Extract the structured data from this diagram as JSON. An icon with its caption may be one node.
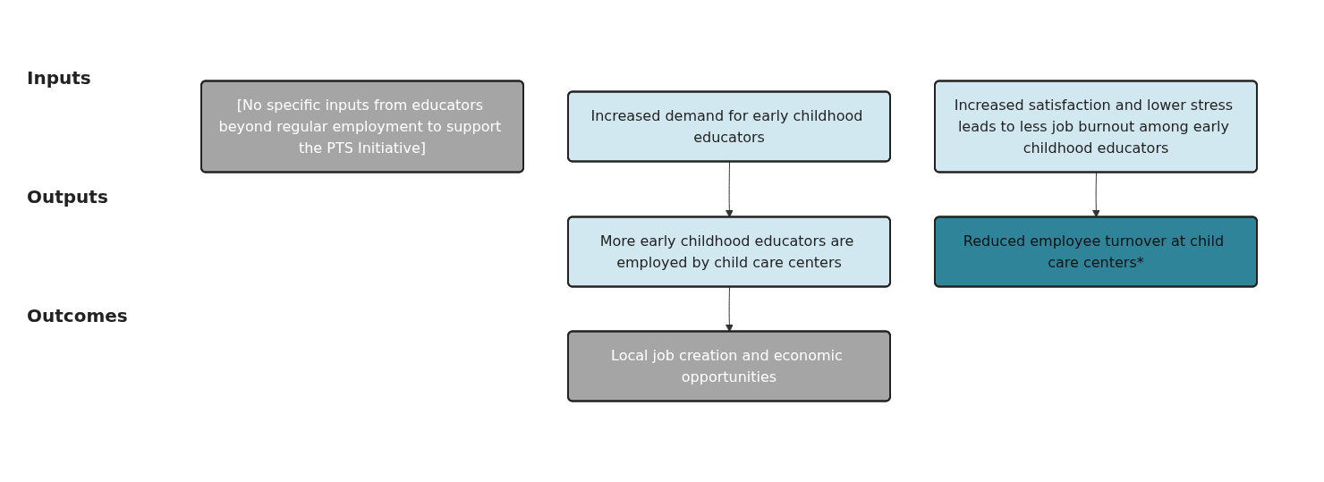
{
  "diagram": {
    "nodes": [
      {
        "text": [
          "[No specific inputs from educators beyond regular employment to support the PTS Initiative]"
        ]
      },
      {
        "text": [
          "Increased demand for early childhood educators"
        ]
      },
      {
        "text": [
          "More early childhood educators are employed by child care centers"
        ]
      },
      {
        "text": [
          "Local job creation and economic opportunities"
        ]
      },
      {
        "text": [
          "Increased satisfaction and lower stress leads to less job burnout among early childhood educators"
        ]
      },
      {
        "text": [
          "Reduced employee turnover at child care centers*"
        ]
      }
    ],
    "edges": [
      {
        "from": 1,
        "to": 2,
        "arrow": "to"
      },
      {
        "from": 2,
        "to": 3,
        "arrow": "to"
      },
      {
        "from": 4,
        "to": 5,
        "arrow": "to"
      }
    ],
    "labels": [
      "Inputs",
      "Outputs",
      "Outcomes"
    ]
  }
}
